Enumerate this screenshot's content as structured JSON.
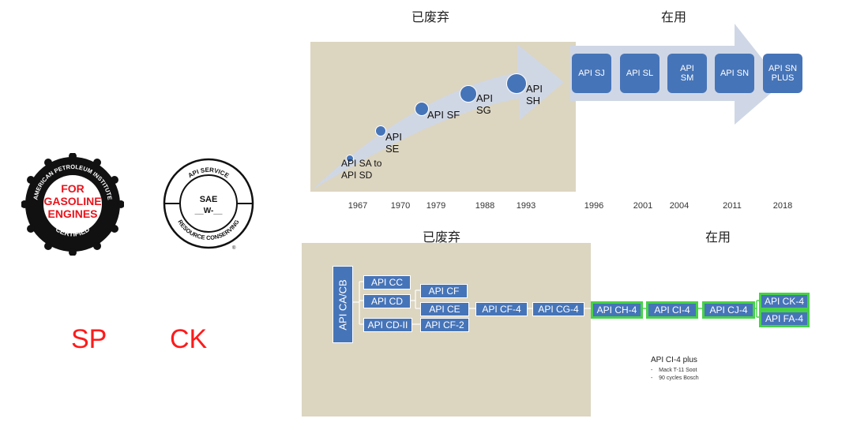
{
  "gasoline": {
    "deprecated_heading": "已废弃",
    "in_use_heading": "在用",
    "deprecated_labels": [
      "API SA to API SD",
      "API SE",
      "API SF",
      "API SG",
      "API SH"
    ],
    "in_use_boxes": [
      "API SJ",
      "API SL",
      "API SM",
      "API SN",
      "API SN PLUS"
    ],
    "years": [
      "1967",
      "1970",
      "1979",
      "1988",
      "1993",
      "1996",
      "2001",
      "2004",
      "2011",
      "2018"
    ]
  },
  "diesel": {
    "deprecated_heading": "已废弃",
    "in_use_heading": "在用",
    "root": "API CA/CB",
    "cc": "API CC",
    "cd": "API CD",
    "cd2": "API CD-II",
    "cf": "API CF",
    "ce": "API CE",
    "cf2": "API CF-2",
    "chain": [
      "API CF-4",
      "API CG-4",
      "API CH-4",
      "API CI-4",
      "API CJ-4"
    ],
    "ck4": "API CK-4",
    "fa4": "API FA-4",
    "note_title": "API CI-4 plus",
    "note_items": [
      "-    Mack T-11 Soot",
      "-    90 cycles Bosch"
    ]
  },
  "logos": {
    "gasoline_logo_text": [
      "AMERICAN PETROLEUM INSTITUTE",
      "FOR",
      "GASOLINE",
      "ENGINES",
      "CERTIFIED",
      "®"
    ],
    "donut_logo_text": [
      "API SERVICE",
      "SAE",
      "__W-__",
      "RESOURCE CONSERVING",
      "®"
    ]
  },
  "labels": {
    "sp": "SP",
    "ck": "CK"
  },
  "colors": {
    "box_blue": "#4674b8",
    "panel_beige": "#dcd5c0",
    "arrow_light": "#cfd7e6",
    "green_border": "#46d246",
    "red_text": "#ff1a1a"
  }
}
